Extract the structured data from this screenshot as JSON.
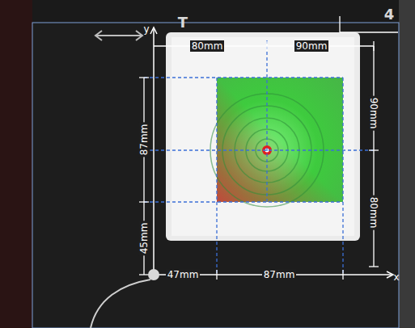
{
  "diagram": {
    "labels": [
      "T",
      "4",
      "y",
      "80mm",
      "90mm",
      "87mm",
      "45mm",
      "90mm",
      "80mm",
      "47mm",
      "87mm",
      "x"
    ]
  }
}
